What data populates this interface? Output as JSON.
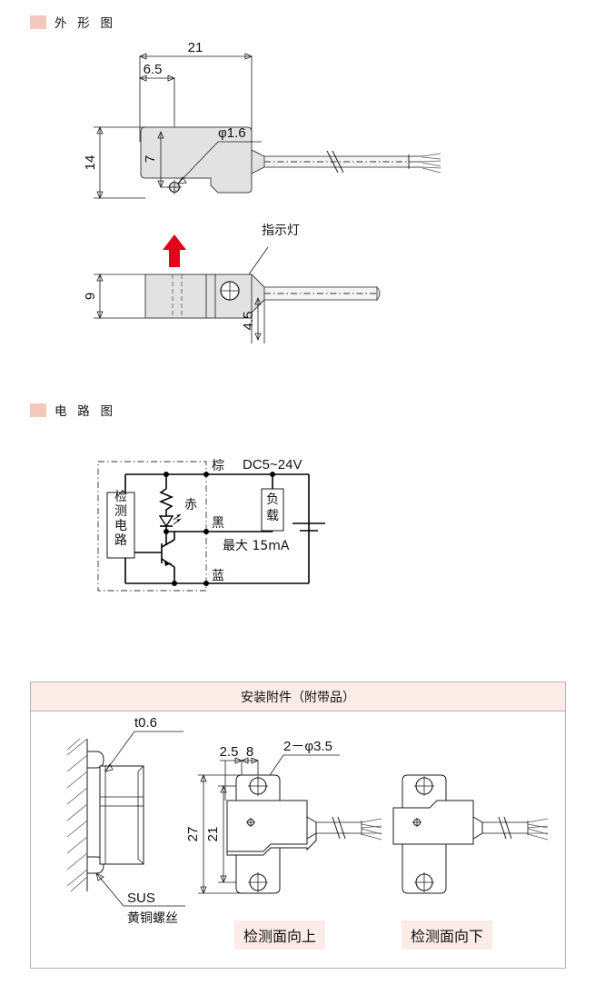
{
  "sections": {
    "outline": {
      "marker_color": "#f4c9bd",
      "title": "外 形 图"
    },
    "circuit": {
      "marker_color": "#f4c9bd",
      "title": "电 路 图"
    }
  },
  "outline_drawing": {
    "top_view": {
      "dim_width": "21",
      "dim_hole_x": "6.5",
      "dim_hole_y": "7",
      "dim_height": "14",
      "hole_label": "φ1.6"
    },
    "side_view": {
      "dim_height": "9",
      "dim_cable_offset": "4.5",
      "indicator_label": "指示灯",
      "arrow_color": "#e3001b"
    }
  },
  "circuit_diagram": {
    "detection_circuit": "检测电路",
    "led_label": "赤",
    "load_label": "负载",
    "supply_label": "DC5~24V",
    "current_label": "最大 15mA",
    "wires": {
      "brown": "棕",
      "black": "黑",
      "blue": "蓝"
    }
  },
  "accessory": {
    "header": "安装附件（附带品）",
    "bracket_view": {
      "thickness_label": "t0.6",
      "material_line1": "SUS",
      "material_line2": "黄铜螺丝"
    },
    "front_view": {
      "dim_total_height": "27",
      "dim_hole_pitch": "21",
      "dim_edge": "2.5",
      "dim_inner": "8",
      "hole_label": "2－φ3.5"
    },
    "captions": {
      "face_up": "检测面向上",
      "face_down": "检测面向下"
    }
  }
}
